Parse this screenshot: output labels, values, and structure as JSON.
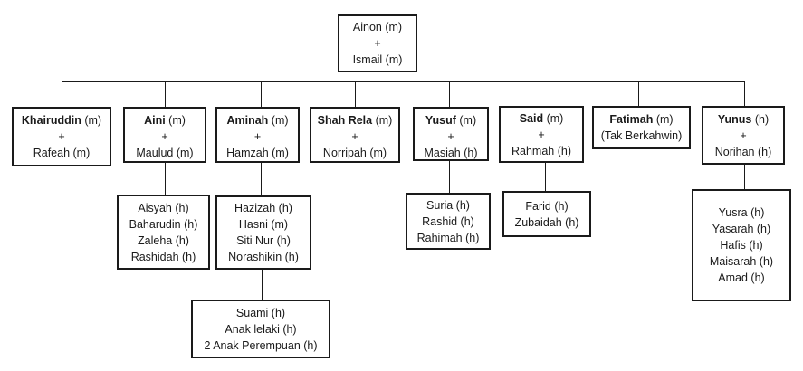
{
  "root": {
    "lines": [
      "Ainon (m)",
      "+",
      "Ismail (m)"
    ]
  },
  "couples": [
    {
      "name": "Khairuddin",
      "name_suffix": " (m)",
      "plus": "+",
      "spouse": "Rafeah (m)"
    },
    {
      "name": "Aini",
      "name_suffix": " (m)",
      "plus": "+",
      "spouse": "Maulud (m)"
    },
    {
      "name": "Aminah",
      "name_suffix": " (m)",
      "plus": "+",
      "spouse": "Hamzah (m)"
    },
    {
      "name": "Shah Rela",
      "name_suffix": " (m)",
      "plus": "+",
      "spouse": "Norripah (m)"
    },
    {
      "name": "Yusuf",
      "name_suffix": " (m)",
      "plus": "+",
      "spouse": "Masiah (h)"
    },
    {
      "name": "Said",
      "name_suffix": " (m)",
      "plus": "+",
      "spouse": "Rahmah (h)"
    },
    {
      "name": "Fatimah",
      "name_suffix": " (m)",
      "plus": "",
      "spouse": "(Tak Berkahwin)"
    },
    {
      "name": "Yunus",
      "name_suffix": " (h)",
      "plus": "+",
      "spouse": "Norihan (h)"
    }
  ],
  "children": {
    "aini": [
      "Aisyah (h)",
      "Baharudin (h)",
      "Zaleha (h)",
      "Rashidah (h)"
    ],
    "aminah": [
      "Hazizah (h)",
      "Hasni (m)",
      "Siti Nur (h)",
      "Norashikin (h)"
    ],
    "yusuf": [
      "Suria (h)",
      "Rashid (h)",
      "Rahimah (h)"
    ],
    "said": [
      "Farid (h)",
      "Zubaidah (h)"
    ],
    "yunus": [
      "Yusra (h)",
      "Yasarah (h)",
      "Hafis (h)",
      "Maisarah (h)",
      "Amad (h)"
    ]
  },
  "grandchildren": {
    "norashikin": [
      "Suami (h)",
      "Anak lelaki (h)",
      "2 Anak Perempuan (h)"
    ]
  }
}
